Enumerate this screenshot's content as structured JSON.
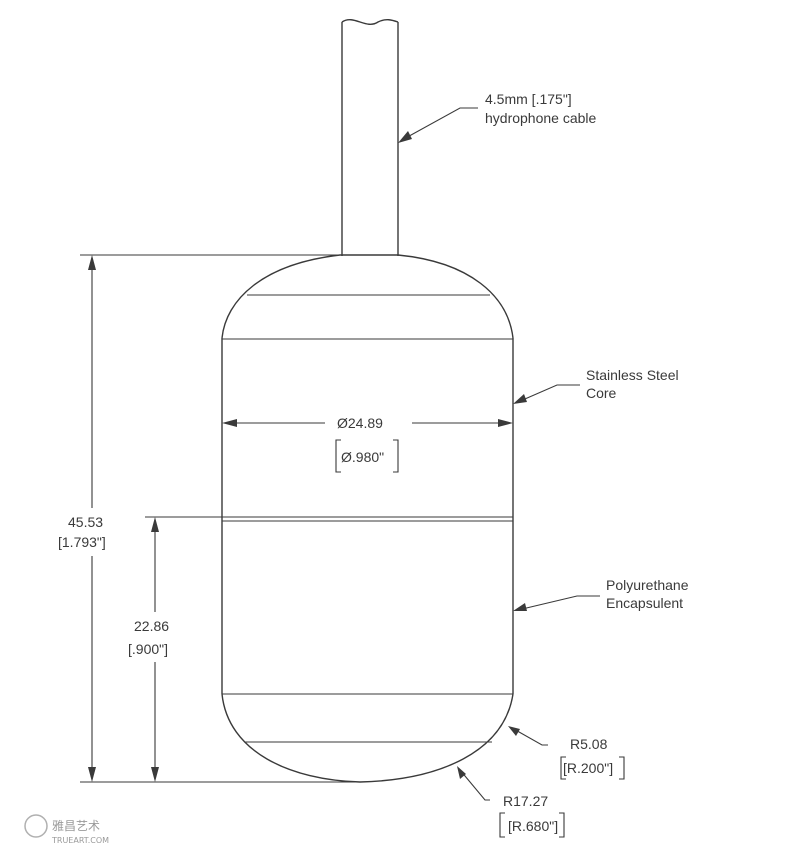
{
  "labels": {
    "cable_dim": "4.5mm [.175\"]",
    "cable_name": "hydrophone cable",
    "core_line1": "Stainless Steel",
    "core_line2": "Core",
    "diameter_mm": "Ø24.89",
    "diameter_in": "Ø.980\"",
    "height_mm": "45.53",
    "height_in": "[1.793\"]",
    "lower_mm": "22.86",
    "lower_in": "[.900\"]",
    "encap_line1": "Polyurethane",
    "encap_line2": "Encapsulent",
    "r1_mm": "R5.08",
    "r1_in": "[R.200\"]",
    "r2_mm": "R17.27",
    "r2_in": "[R.680\"]"
  },
  "watermark": {
    "cn": "雅昌艺术",
    "en": "TRUEART.COM"
  }
}
